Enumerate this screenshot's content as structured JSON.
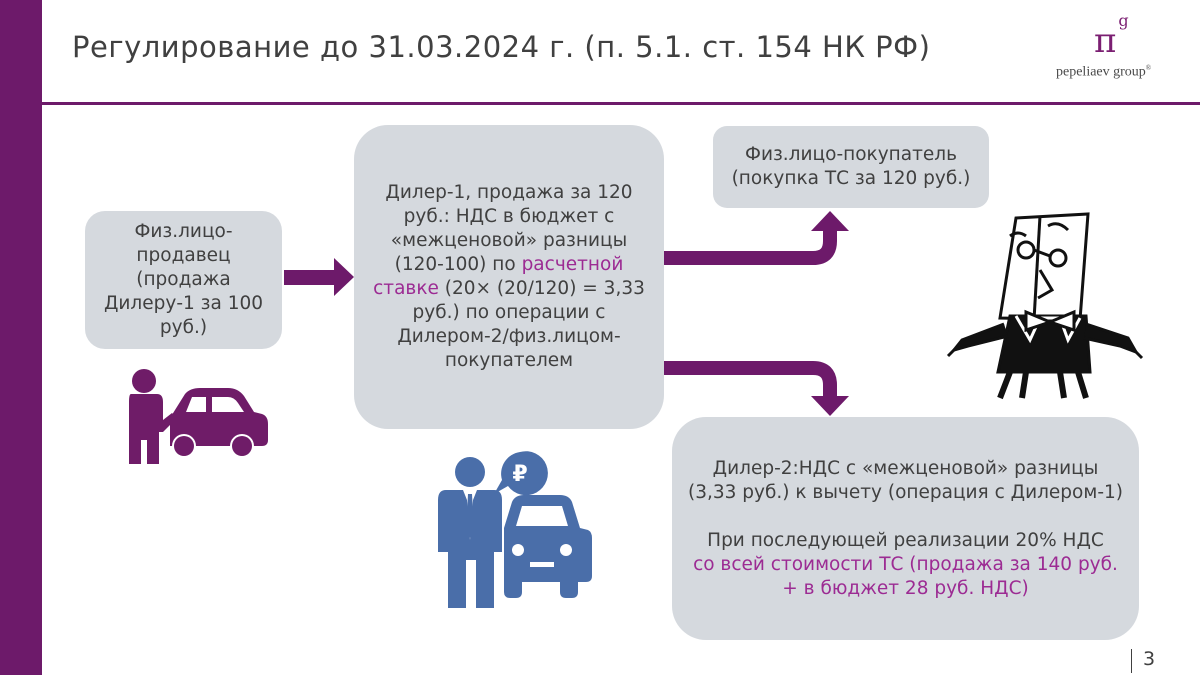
{
  "title": "Регулирование до 31.03.2024 г. (п. 5.1. ст. 154 НК РФ)",
  "logo": {
    "mark": "π",
    "mark_sup": "g",
    "text": "pepeliaev group",
    "reg": "®"
  },
  "boxes": {
    "seller": "Физ.лицо-продавец (продажа Дилеру-1 за 100 руб.)",
    "dealer1": {
      "part1": "Дилер-1, продажа за 120 руб.: НДС в бюджет с «межценовой» разницы (120-100) по ",
      "highlight": "расчетной ставке",
      "part2": " (20× (20/120) = 3,33 руб.) по операции с Дилером-2/физ.лицом-покупателем"
    },
    "buyer": "Физ.лицо-покупатель (покупка ТС за 120 руб.)",
    "dealer2": {
      "line1": "Дилер-2:НДС с «межценовой» разницы (3,33 руб.) к вычету (операция с Дилером-1)",
      "line2_plain": "При последующей реализации 20% НДС",
      "line2_highlight": "со всей стоимости ТС (продажа за 140 руб. + в бюджет 28 руб. НДС)"
    }
  },
  "icons": [
    "person-with-car-icon",
    "businessman-with-car-icon",
    "ruble-icon",
    "cartoon-character-icon"
  ],
  "colors": {
    "accent": "#6d1a6a",
    "box": "#d5d9de",
    "highlight": "#9c2b93",
    "icon_purple": "#6f1c68",
    "icon_blue": "#4a6ea9"
  },
  "page_number": "3"
}
